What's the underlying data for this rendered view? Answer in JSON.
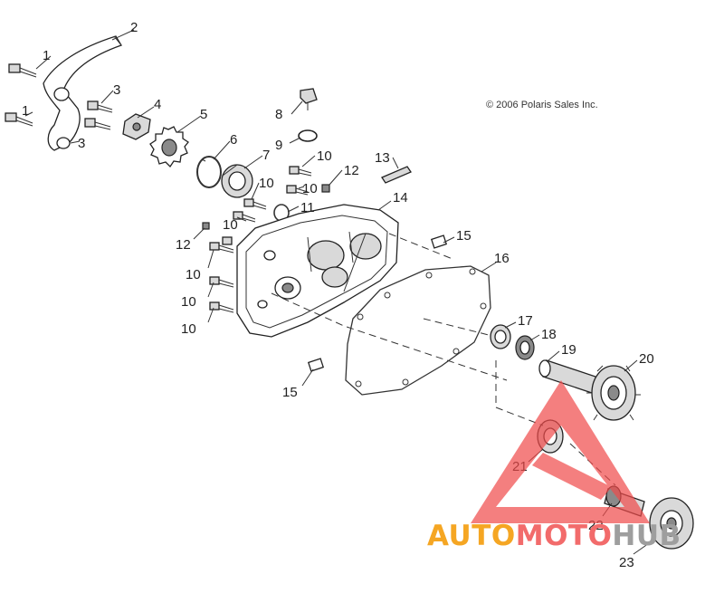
{
  "copyright": "© 2006 Polaris Sales Inc.",
  "watermark": {
    "part1": "AUTO",
    "part2": "MOTO",
    "part3": "HUB",
    "color1": "#f5a623",
    "color2": "#f26b6b",
    "color3": "#9e9e9e",
    "triangle_color": "#f04a4a"
  },
  "callouts": {
    "c1a": "1",
    "c1b": "1",
    "c2": "2",
    "c3a": "3",
    "c3b": "3",
    "c4": "4",
    "c5": "5",
    "c6": "6",
    "c7": "7",
    "c8": "8",
    "c9": "9",
    "c10a": "10",
    "c10b": "10",
    "c10c": "10",
    "c10d": "10",
    "c10e": "10",
    "c10f": "10",
    "c10g": "10",
    "c11": "11",
    "c12a": "12",
    "c12b": "12",
    "c13": "13",
    "c14": "14",
    "c15a": "15",
    "c15b": "15",
    "c16": "16",
    "c17": "17",
    "c18": "18",
    "c19": "19",
    "c20": "20",
    "c21": "21",
    "c22": "22",
    "c23": "23"
  }
}
